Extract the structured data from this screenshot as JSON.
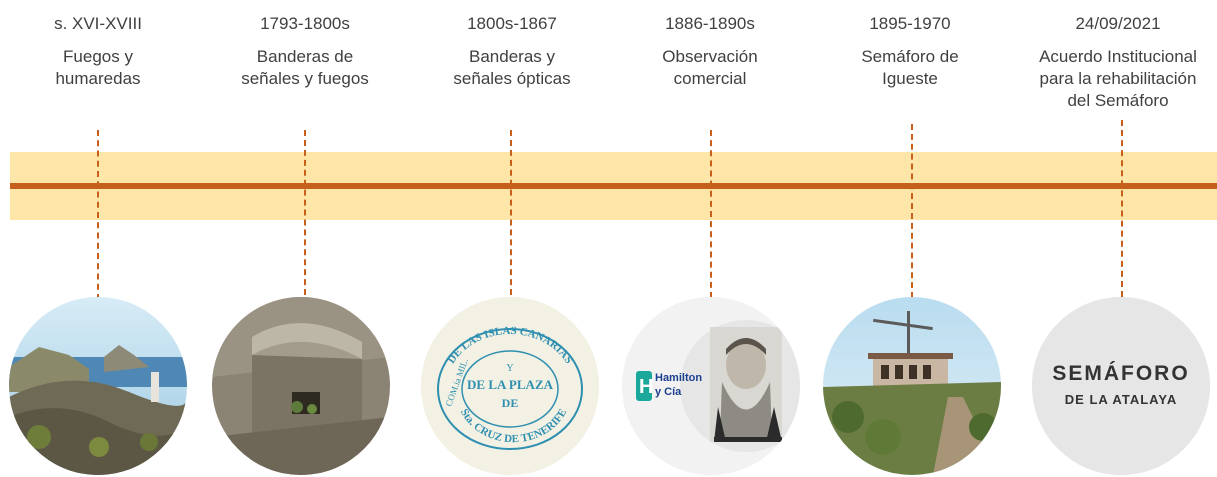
{
  "timeline": {
    "events": [
      {
        "date": "s. XVI-XVIII",
        "lines": [
          "Fuegos y",
          "humaredas"
        ]
      },
      {
        "date": "1793-1800s",
        "lines": [
          "Banderas de",
          "señales y fuegos"
        ]
      },
      {
        "date": "1800s-1867",
        "lines": [
          "Banderas y",
          "señales ópticas"
        ]
      },
      {
        "date": "1886-1890s",
        "lines": [
          "Observación",
          "comercial"
        ]
      },
      {
        "date": "1895-1970",
        "lines": [
          "Semáforo de",
          "Igueste"
        ]
      },
      {
        "date": "24/09/2021",
        "lines": [
          "Acuerdo Institucional",
          "para la rehabilitación",
          "del Semáforo"
        ]
      }
    ]
  },
  "images": {
    "stamp": {
      "ring_top": "DE LAS ISLAS CANARIAS",
      "ring_bottom": "Sta. CRUZ DE TENERIFE",
      "left": "COM.ia MIL.",
      "center": [
        "Y",
        "DE LA PLAZA",
        "DE"
      ]
    },
    "hamilton": {
      "line1": "Hamilton",
      "line2": "y Cía"
    },
    "semaforo_logo": {
      "line1": "SEMÁFORO",
      "line2": "DE LA ATALAYA"
    }
  },
  "colors": {
    "band": "#fde6a8",
    "axis": "#c5601c",
    "text": "#404040",
    "stamp_ink": "#2f8fb0",
    "hamilton_brand": "#1aa89a"
  }
}
